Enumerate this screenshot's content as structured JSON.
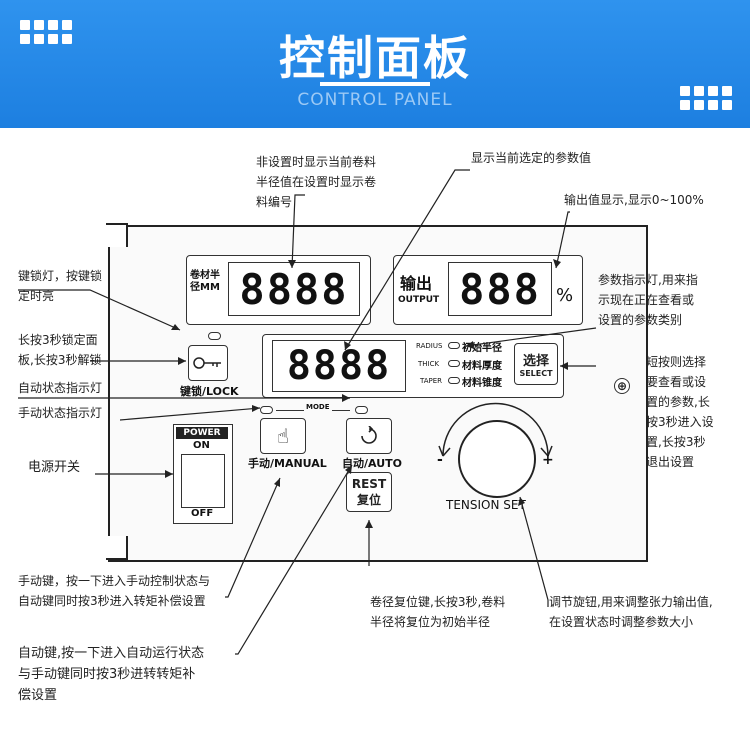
{
  "header": {
    "title": "控制面板",
    "subtitle": "CONTROL PANEL"
  },
  "panel": {
    "radius_label": "卷材半径MM",
    "radius_display": "8888",
    "output_label_cn": "输出",
    "output_label_en": "OUTPUT",
    "output_display": "888",
    "output_unit": "%",
    "param_display": "8888",
    "radius_tag": "RADIUS",
    "radius_cn": "初始半径",
    "thick_tag": "THICK",
    "thick_cn": "材料厚度",
    "taper_tag": "TAPER",
    "taper_cn": "材料锥度",
    "select_cn": "选择",
    "select_en": "SELECT",
    "lock_label": "键锁/LOCK",
    "mode_label": "MODE",
    "power_label": "POWER",
    "on_label": "ON",
    "off_label": "OFF",
    "manual_label": "手动/MANUAL",
    "auto_label": "自动/AUTO",
    "rest_en": "REST",
    "rest_cn": "复位",
    "minus": "-",
    "plus": "+",
    "tension_label": "TENSION SET"
  },
  "annotations": {
    "radius_note": [
      "非设置时显示当前卷料",
      "半径值在设置时显示卷",
      "料编号"
    ],
    "param_note": "显示当前选定的参数值",
    "output_note": "输出值显示,显示0~100%",
    "lock_led_note": [
      "键锁灯，按键锁",
      "定时亮"
    ],
    "lock_btn_note": [
      "长按3秒锁定面",
      "板,长按3秒解锁"
    ],
    "auto_led_note": "自动状态指示灯",
    "manual_led_note": "手动状态指示灯",
    "power_note": "电源开关",
    "param_led_note": [
      "参数指示灯,用来指",
      "示现在正在查看或",
      "设置的参数类别"
    ],
    "select_note": [
      "短按则选择",
      "要查看或设",
      "置的参数,长",
      "按3秒进入设",
      "置,长按3秒",
      "退出设置"
    ],
    "manual_btn_note": [
      "手动键，按一下进入手动控制状态与",
      "自动键同时按3秒进入转矩补偿设置"
    ],
    "rest_note": [
      "卷径复位键,长按3秒,卷料",
      "半径将复位为初始半径"
    ],
    "knob_note": [
      "调节旋钮,用来调整张力输出值,",
      "在设置状态时调整参数大小"
    ],
    "auto_btn_note": [
      "自动键,按一下进入自动运行状态",
      "与手动键同时按3秒进转转矩补",
      "偿设置"
    ]
  },
  "colors": {
    "header_blue": "#2389e8",
    "subtitle": "#9cc9f5"
  }
}
